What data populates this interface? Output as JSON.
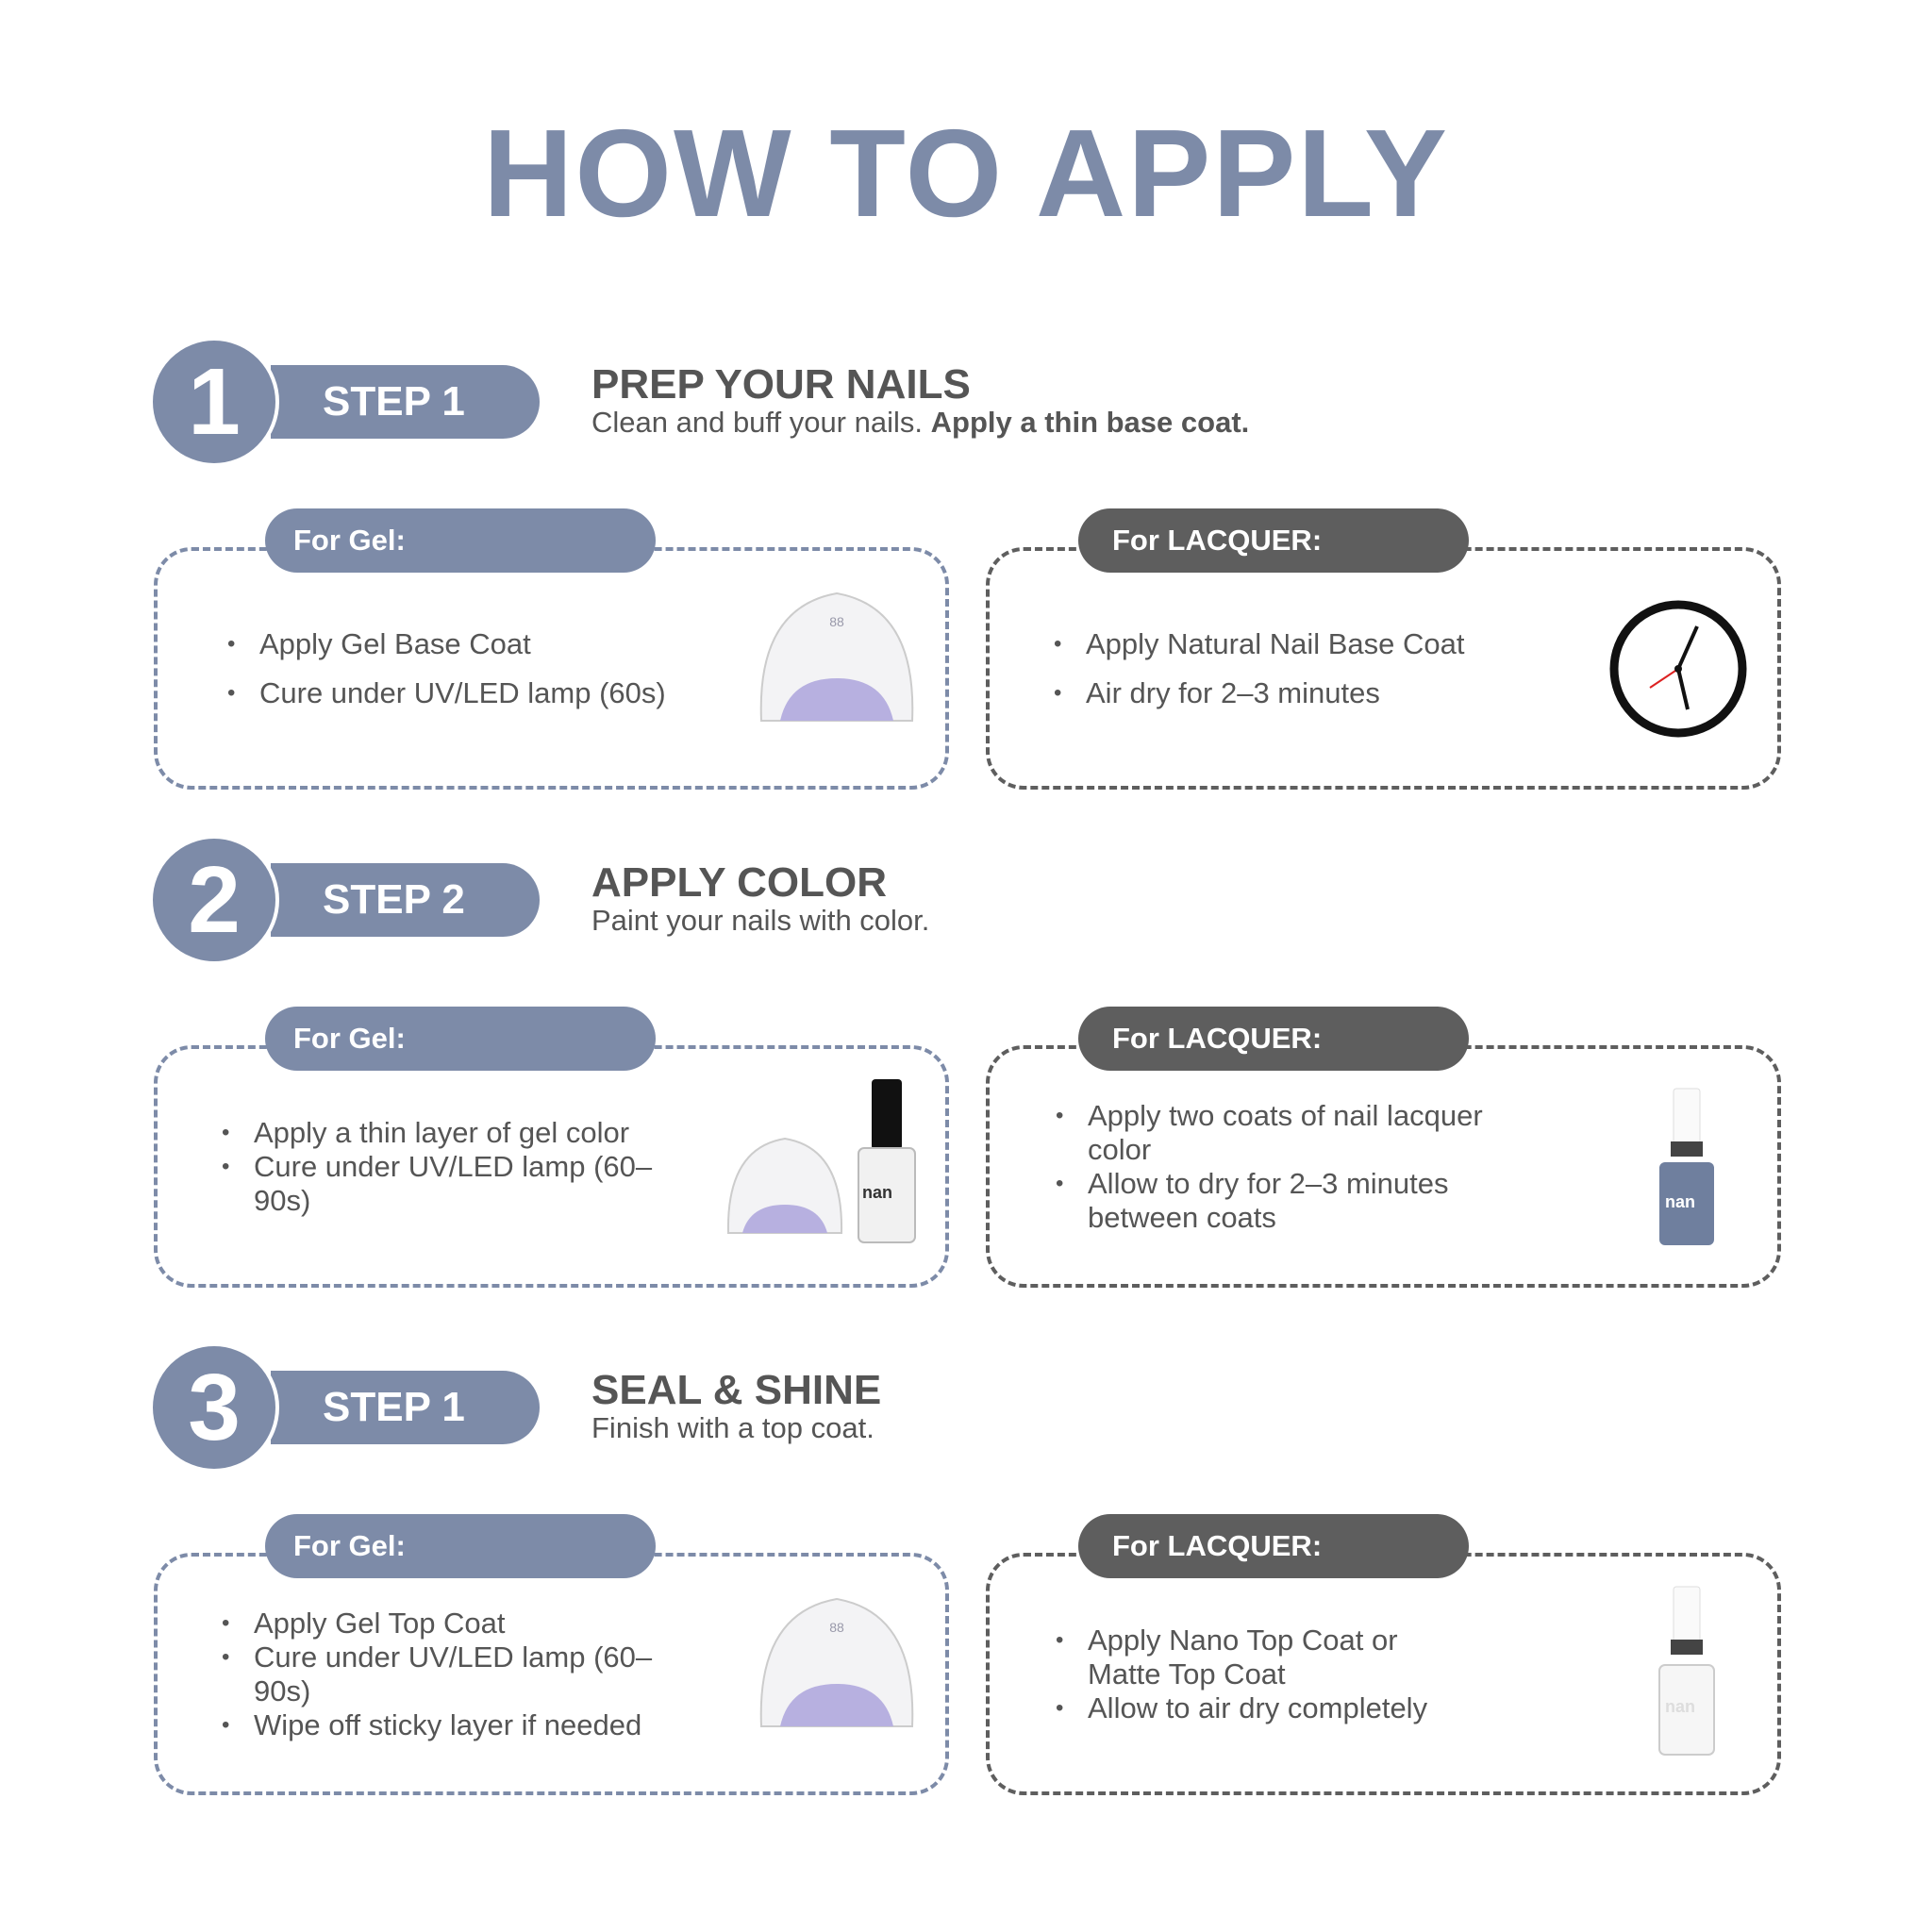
{
  "title": "HOW TO APPLY",
  "steps": [
    {
      "number": "1",
      "label": "STEP 1",
      "heading": "PREP YOUR NAILS",
      "subtitle": "Clean and buff your nails.",
      "subtitle_bold": "Apply a thin base coat.",
      "gel": {
        "label": "For Gel:",
        "items": [
          "Apply Gel Base Coat",
          "Cure under UV/LED lamp (60s)"
        ]
      },
      "lacquer": {
        "label": "For LACQUER:",
        "items": [
          "Apply Natural Nail Base Coat",
          "Air dry for 2–3 minutes"
        ]
      }
    },
    {
      "number": "2",
      "label": "STEP 2",
      "heading": "APPLY COLOR",
      "subtitle": "Paint your nails with color.",
      "gel": {
        "label": "For Gel:",
        "items": [
          "Apply a thin layer of gel color",
          "Cure under UV/LED lamp (60–90s)"
        ]
      },
      "lacquer": {
        "label": "For LACQUER:",
        "items": [
          "Apply two coats of nail lacquer color",
          "Allow to dry for 2–3 minutes between coats"
        ]
      }
    },
    {
      "number": "3",
      "label": "STEP 1",
      "heading": "SEAL & SHINE",
      "subtitle": "Finish with a top coat.",
      "gel": {
        "label": "For Gel:",
        "items": [
          "Apply Gel Top Coat",
          "Cure under UV/LED lamp (60–90s)",
          "Wipe off sticky layer if needed"
        ]
      },
      "lacquer": {
        "label": "For LACQUER:",
        "items": [
          "Apply Nano Top Coat or Matte Top Coat",
          "Allow to air dry completely"
        ]
      }
    }
  ],
  "colors": {
    "accent": "#7d8ba8",
    "dark": "#5e5e5e",
    "text": "#555555"
  }
}
